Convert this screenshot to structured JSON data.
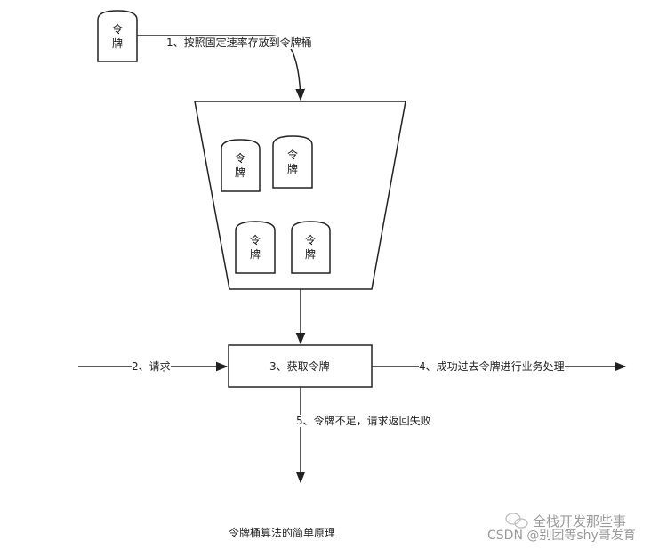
{
  "token_label_line1": "令",
  "token_label_line2": "牌",
  "step1": "1、按照固定速率存放到令牌桶",
  "step2": "2、请求",
  "step3": "3、获取令牌",
  "step4": "4、成功过去令牌进行业务处理",
  "step5": "5、令牌不足，请求返回失败",
  "caption": "令牌桶算法的简单原理",
  "watermark": {
    "account": "全栈开发那些事",
    "csdn": "CSDN @别团等shy哥发育"
  }
}
